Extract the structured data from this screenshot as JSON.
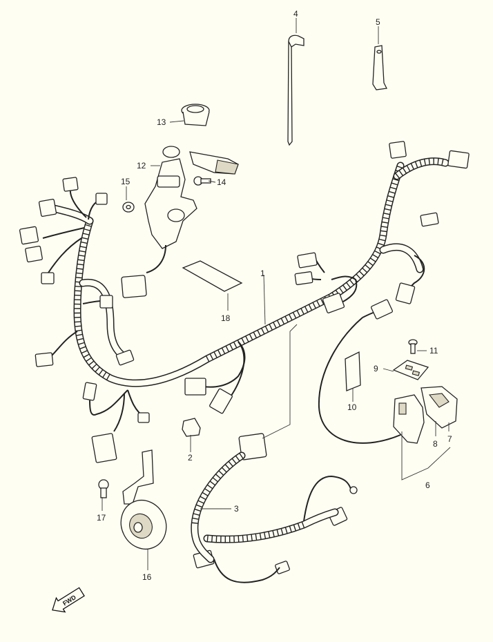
{
  "diagram": {
    "fwd_label": "FWD",
    "parts": [
      {
        "id": "1",
        "name": "wiring-harness"
      },
      {
        "id": "2",
        "name": "clamp"
      },
      {
        "id": "3",
        "name": "sub-harness"
      },
      {
        "id": "4",
        "name": "cable-tie"
      },
      {
        "id": "5",
        "name": "clamp"
      },
      {
        "id": "6",
        "name": "relay-assembly"
      },
      {
        "id": "7",
        "name": "relay-cover"
      },
      {
        "id": "8",
        "name": "holder"
      },
      {
        "id": "9",
        "name": "bracket"
      },
      {
        "id": "10",
        "name": "pad"
      },
      {
        "id": "11",
        "name": "screw"
      },
      {
        "id": "12",
        "name": "ignition-switch"
      },
      {
        "id": "13",
        "name": "cap"
      },
      {
        "id": "14",
        "name": "bolt"
      },
      {
        "id": "15",
        "name": "washer"
      },
      {
        "id": "16",
        "name": "horn"
      },
      {
        "id": "17",
        "name": "bolt"
      },
      {
        "id": "18",
        "name": "tape"
      }
    ]
  }
}
